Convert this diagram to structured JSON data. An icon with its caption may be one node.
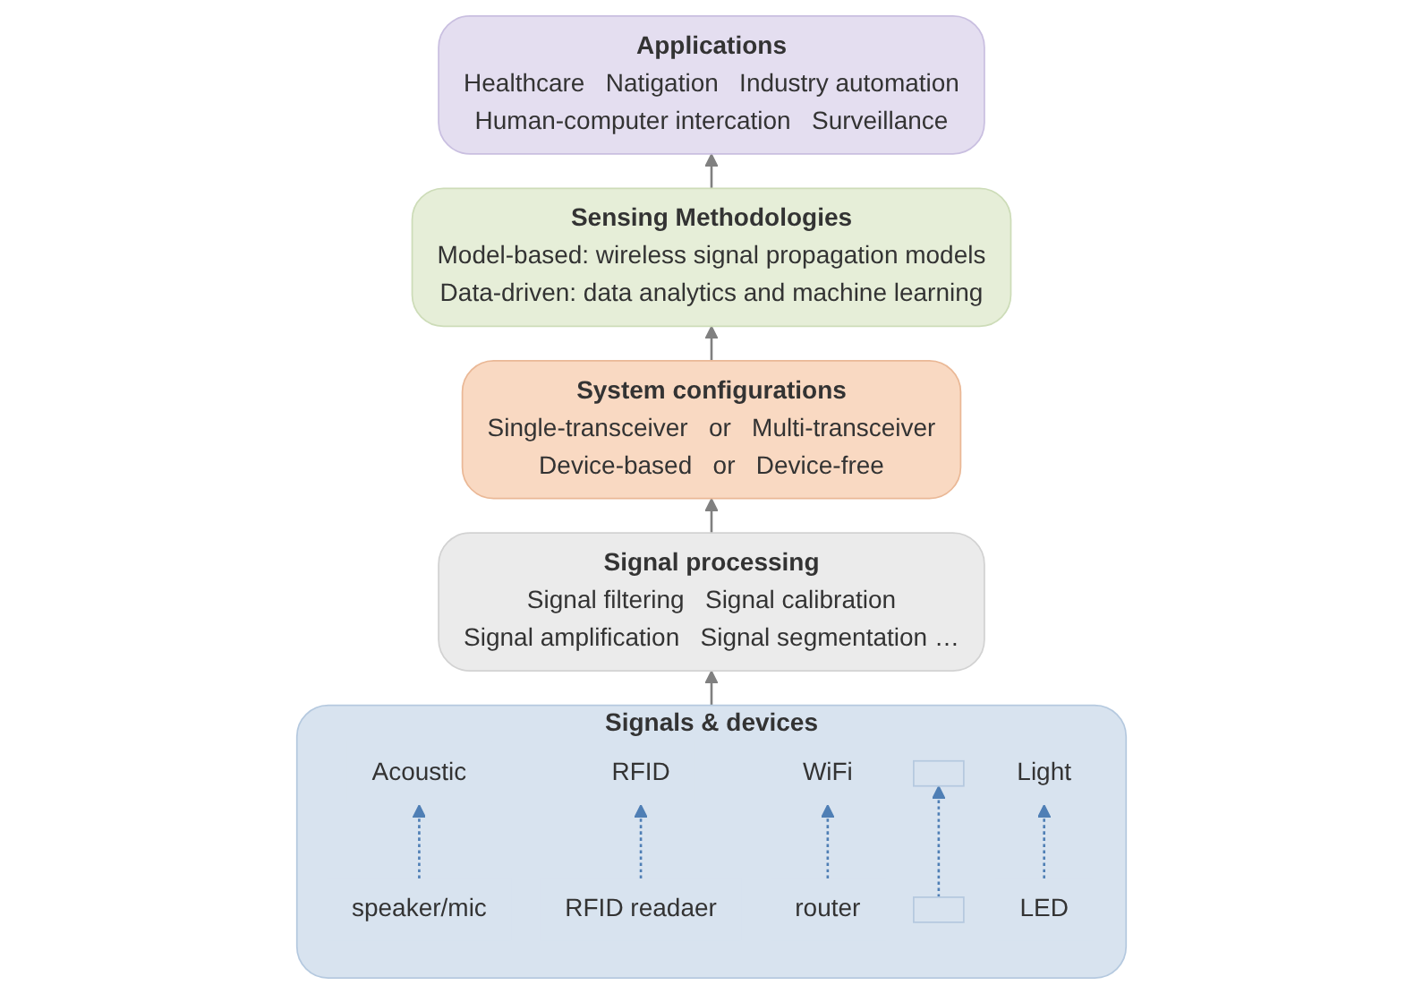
{
  "diagram": {
    "nodes": [
      {
        "text": [
          "Applications",
          "Healthcare",
          "Natigation",
          "Industry automation",
          "Human-computer intercation",
          "Surveillance"
        ]
      },
      {
        "text": [
          "Sensing Methodologies",
          "Model-based: wireless signal propagation models",
          "Data-driven: data analytics and machine learning"
        ]
      },
      {
        "text": [
          "System configurations",
          "Single-transceiver",
          "or",
          "Multi-transceiver",
          "Device-based",
          "or",
          "Device-free"
        ]
      },
      {
        "text": [
          "Signal processing",
          "Signal filtering",
          "Signal calibration",
          "Signal amplification",
          "Signal segmentation …"
        ]
      },
      {
        "text": [
          "Signals & devices"
        ]
      },
      {
        "text": [
          "Acoustic"
        ],
        "in": 4
      },
      {
        "text": [
          "RFID"
        ],
        "in": 4
      },
      {
        "text": [
          "WiFi"
        ],
        "in": 4
      },
      {
        "text": [],
        "shape": "box",
        "in": 4
      },
      {
        "text": [
          "Light"
        ],
        "in": 4
      },
      {
        "text": [
          "speaker/mic"
        ],
        "in": 4
      },
      {
        "text": [
          "RFID readaer"
        ],
        "in": 4
      },
      {
        "text": [
          "router"
        ],
        "in": 4
      },
      {
        "text": [],
        "shape": "box",
        "in": 4
      },
      {
        "text": [
          "LED"
        ],
        "in": 4
      }
    ],
    "edges": [
      {
        "from": 4,
        "to": 3,
        "arrow": "to",
        "color": "#808080"
      },
      {
        "from": 3,
        "to": 2,
        "arrow": "to",
        "color": "#808080"
      },
      {
        "from": 2,
        "to": 1,
        "arrow": "to",
        "color": "#808080"
      },
      {
        "from": 1,
        "to": 0,
        "arrow": "to",
        "color": "#808080"
      },
      {
        "from": 10,
        "to": 5,
        "arrow": "to",
        "style": "dashed"
      },
      {
        "from": 11,
        "to": 6,
        "arrow": "to",
        "style": "dashed"
      },
      {
        "from": 12,
        "to": 7,
        "arrow": "to",
        "style": "dashed"
      },
      {
        "from": 13,
        "to": 8,
        "arrow": "to",
        "style": "dashed"
      },
      {
        "from": 14,
        "to": 9,
        "arrow": "to",
        "style": "dashed"
      }
    ]
  }
}
